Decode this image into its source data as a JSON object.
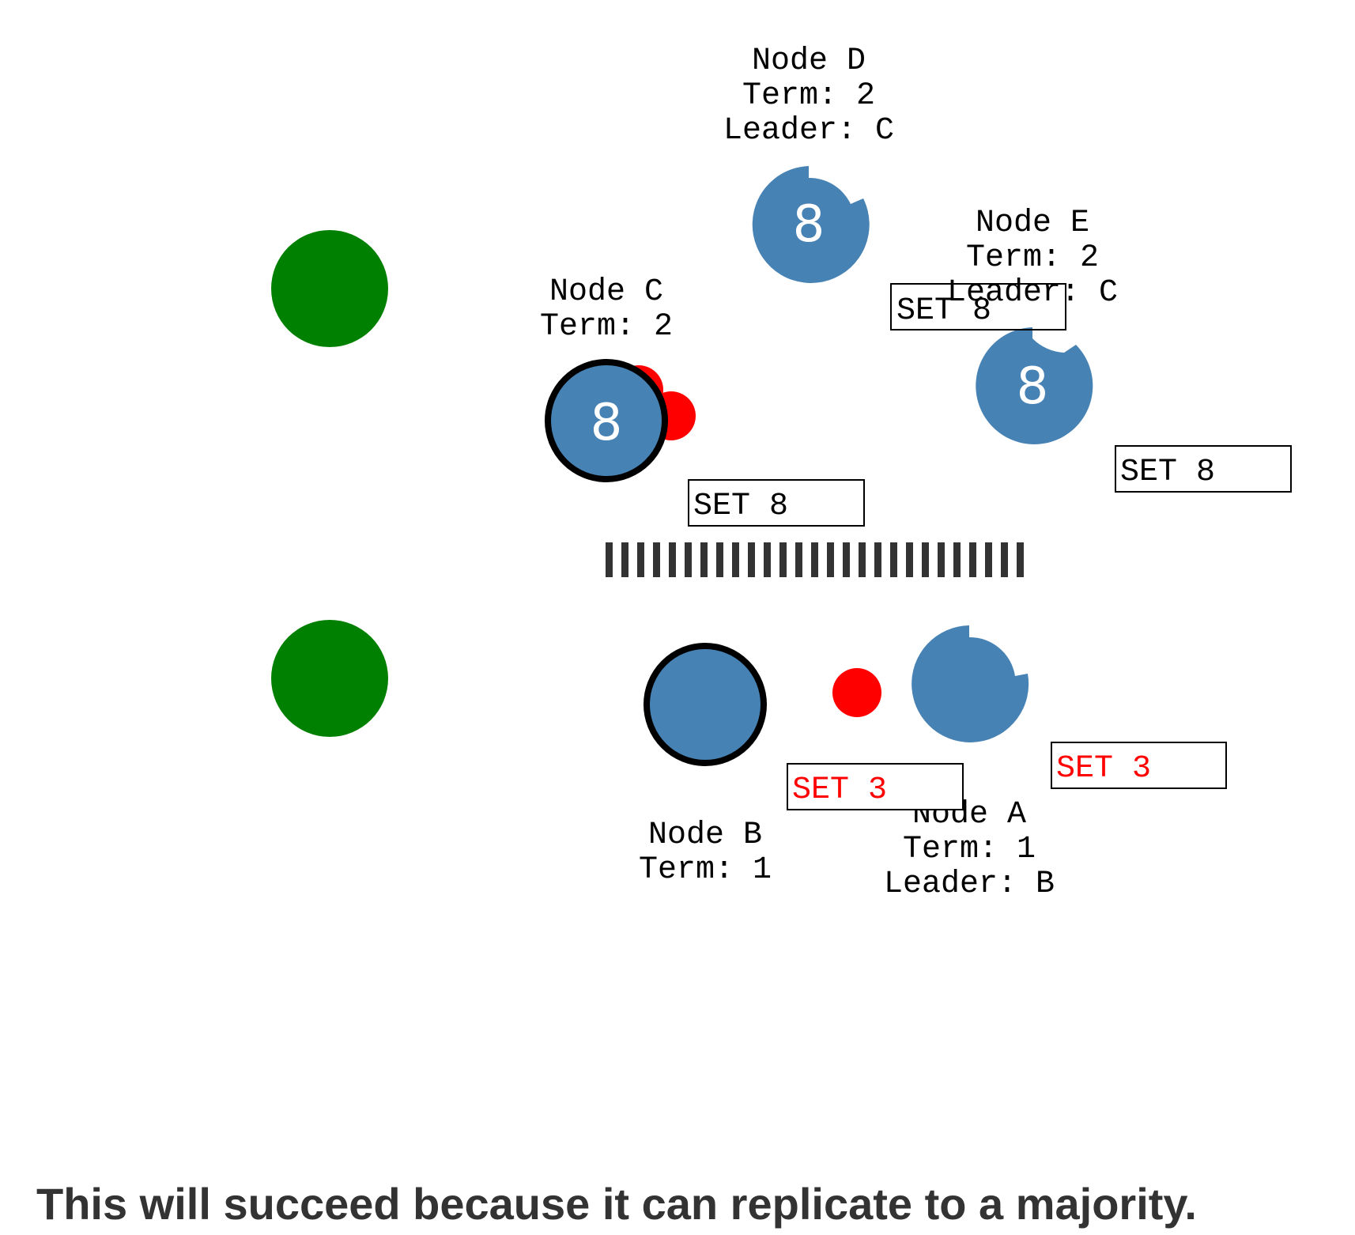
{
  "colors": {
    "node_fill": "#4682b4",
    "client_fill": "#008000",
    "message_fill": "#ff0000",
    "leader_stroke": "#000000",
    "partition": "#333333",
    "uncommitted_text": "#ff0000",
    "committed_text": "#000000",
    "caption_text": "#333333"
  },
  "nodes": {
    "D": {
      "name": "Node D",
      "term": "Term: 2",
      "leader": "Leader: C",
      "value": "8"
    },
    "E": {
      "name": "Node E",
      "term": "Term: 2",
      "leader": "Leader: C",
      "value": "8"
    },
    "C": {
      "name": "Node C",
      "term": "Term: 2",
      "value": "8",
      "is_leader": true
    },
    "B": {
      "name": "Node B",
      "term": "Term: 1",
      "value": "",
      "is_leader": true
    },
    "A": {
      "name": "Node A",
      "term": "Term: 1",
      "leader": "Leader: B",
      "value": ""
    }
  },
  "logs": {
    "E": "SET 8",
    "E2": "SET 8",
    "C": "SET 8",
    "B": "SET 3",
    "A": "SET 3"
  },
  "caption": "This will succeed because it can replicate to a majority."
}
